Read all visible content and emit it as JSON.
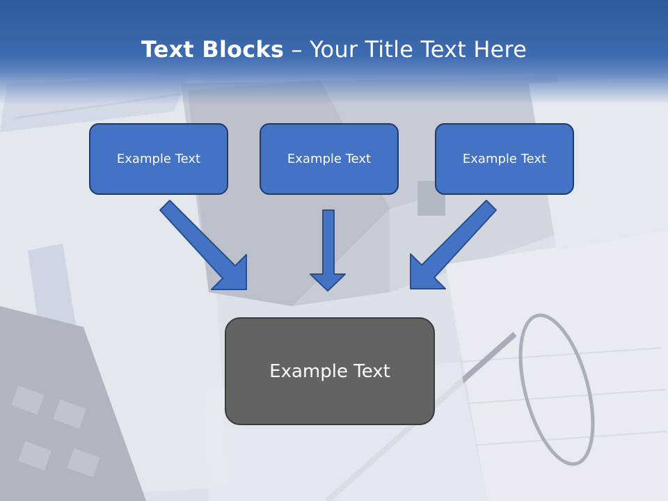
{
  "title": {
    "bold": "Text Blocks",
    "separator": " – ",
    "rest": "Your Title Text Here"
  },
  "blocks": [
    {
      "label": "Example Text"
    },
    {
      "label": "Example Text"
    },
    {
      "label": "Example Text"
    }
  ],
  "target": {
    "label": "Example Text"
  },
  "colors": {
    "header": "#3d6bb0",
    "block_fill": "#4472c4",
    "block_border": "#1f3a68",
    "target_fill": "#636363",
    "arrow_fill": "#4472c4"
  }
}
